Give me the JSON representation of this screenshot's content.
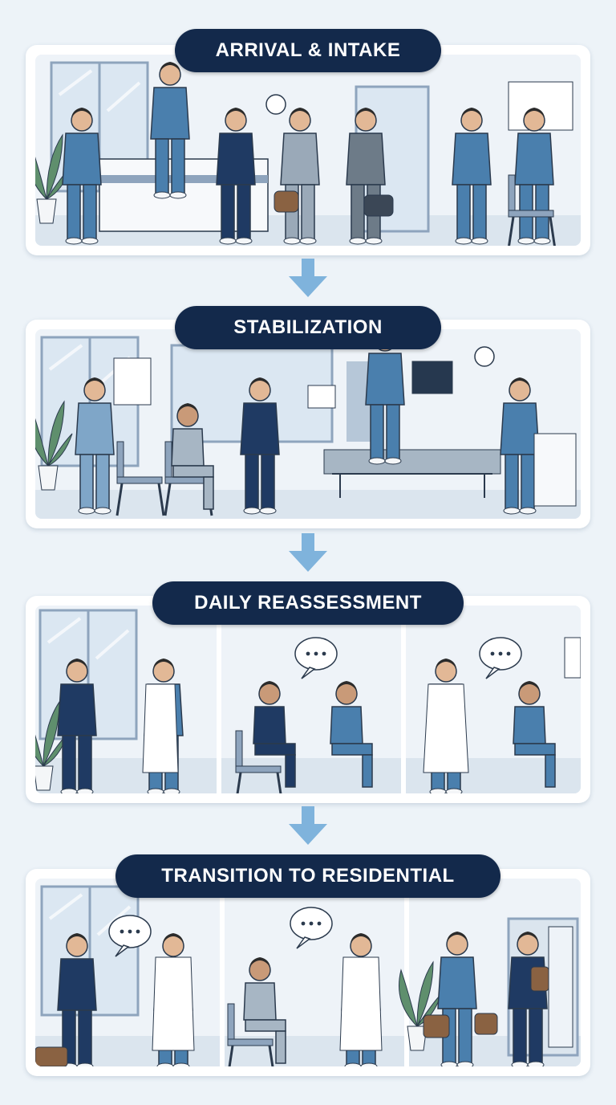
{
  "stages": [
    {
      "title": "ARRIVAL & INTAKE"
    },
    {
      "title": "STABILIZATION"
    },
    {
      "title": "DAILY REASSESSMENT"
    },
    {
      "title": "TRANSITION TO RESIDENTIAL"
    }
  ],
  "colors": {
    "background": "#edf3f8",
    "pill": "#13294b",
    "arrow": "#7fb3dc",
    "scrub_blue": "#4a7fad",
    "scrub_navy": "#1f3a63"
  }
}
